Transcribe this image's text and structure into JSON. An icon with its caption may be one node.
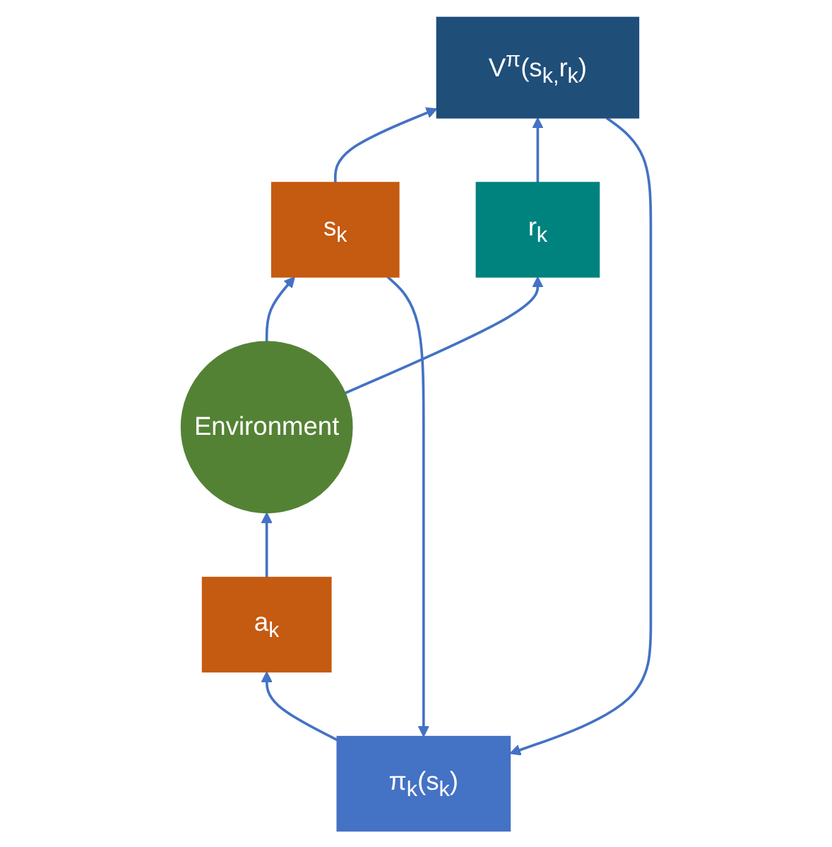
{
  "diagram": {
    "nodes": [
      {
        "text": [
          "π$_{k}$(s$_{k}$)"
        ]
      },
      {
        "text": [
          "V$^{π}$(s$_{k,}$r$_{k}$)"
        ]
      },
      {
        "text": [
          "s$_{k}$"
        ]
      },
      {
        "text": [
          "r$_{k}$"
        ]
      },
      {
        "text": [
          "a$_{k}$"
        ]
      },
      {
        "text": [
          "Environment"
        ]
      }
    ],
    "edges": [
      {
        "from": 2,
        "to": 0,
        "arrow": "to"
      },
      {
        "from": 2,
        "to": 1,
        "arrow": "to"
      },
      {
        "from": 1,
        "to": 0,
        "arrow": "to"
      },
      {
        "from": 3,
        "to": 1,
        "arrow": "to"
      },
      {
        "from": 0,
        "to": 4,
        "arrow": "to"
      },
      {
        "from": 4,
        "to": 5,
        "arrow": "to"
      },
      {
        "from": 5,
        "to": 2,
        "arrow": "to"
      },
      {
        "from": 5,
        "to": 3,
        "arrow": "to"
      }
    ]
  }
}
